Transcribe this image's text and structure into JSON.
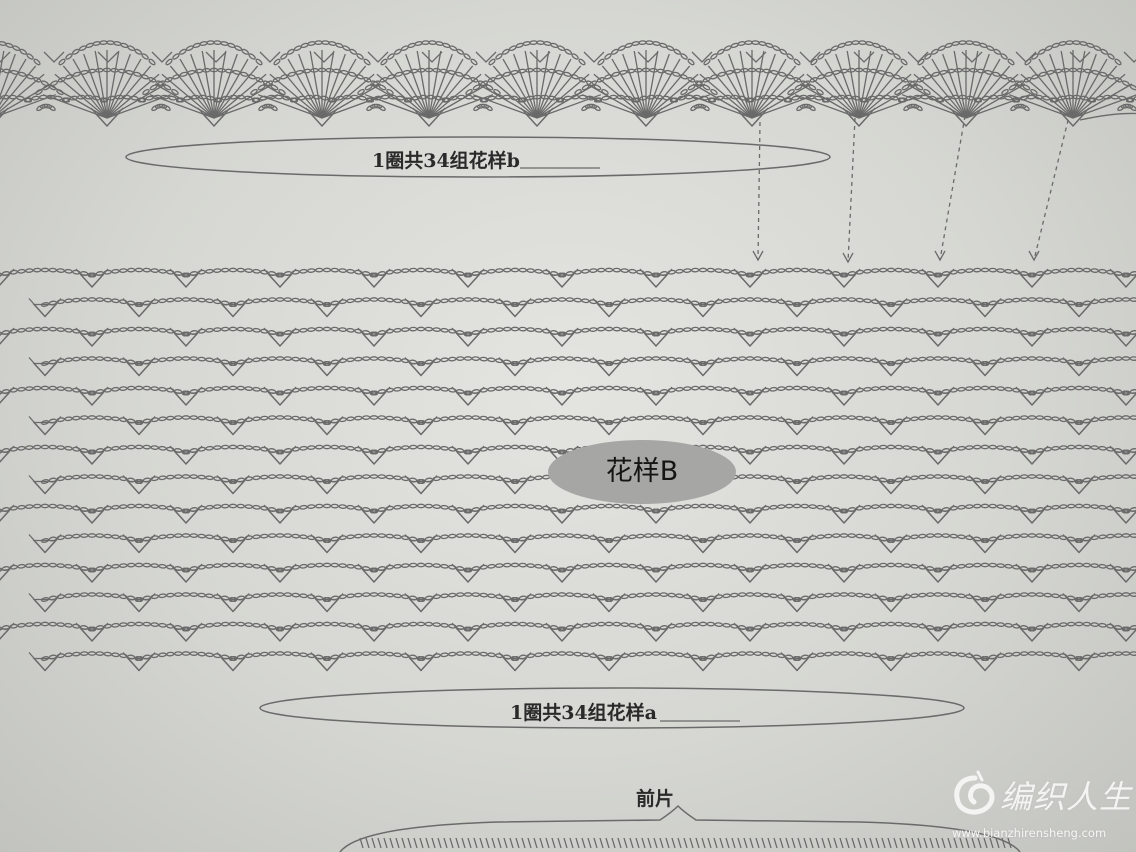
{
  "diagram": {
    "top_label": "1圈共34组花样b",
    "center_label": "花样B",
    "bottom_label": "1圈共34组花样a",
    "section_title": "前片"
  },
  "watermark": {
    "site_name": "编织人生",
    "url": "www.bianzhirensheng.com"
  }
}
